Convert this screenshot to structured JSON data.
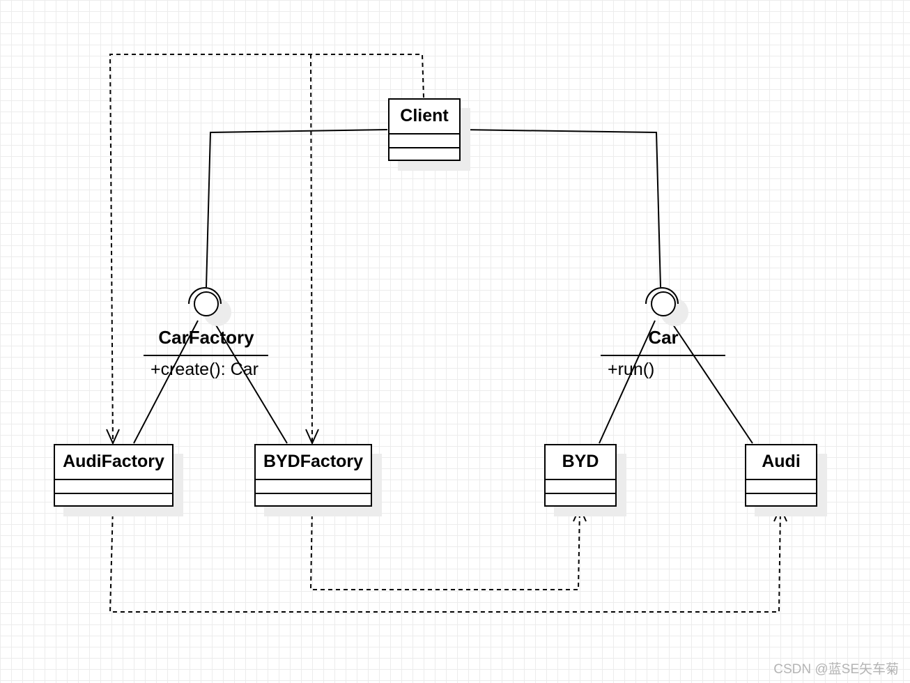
{
  "diagram": {
    "classes": {
      "client": "Client",
      "audi_factory": "AudiFactory",
      "byd_factory": "BYDFactory",
      "byd": "BYD",
      "audi": "Audi"
    },
    "interfaces": {
      "car_factory": {
        "name": "CarFactory",
        "operation": "+create(): Car"
      },
      "car": {
        "name": "Car",
        "operation": "+run()"
      }
    }
  },
  "watermark": "CSDN @蓝SE矢车菊"
}
